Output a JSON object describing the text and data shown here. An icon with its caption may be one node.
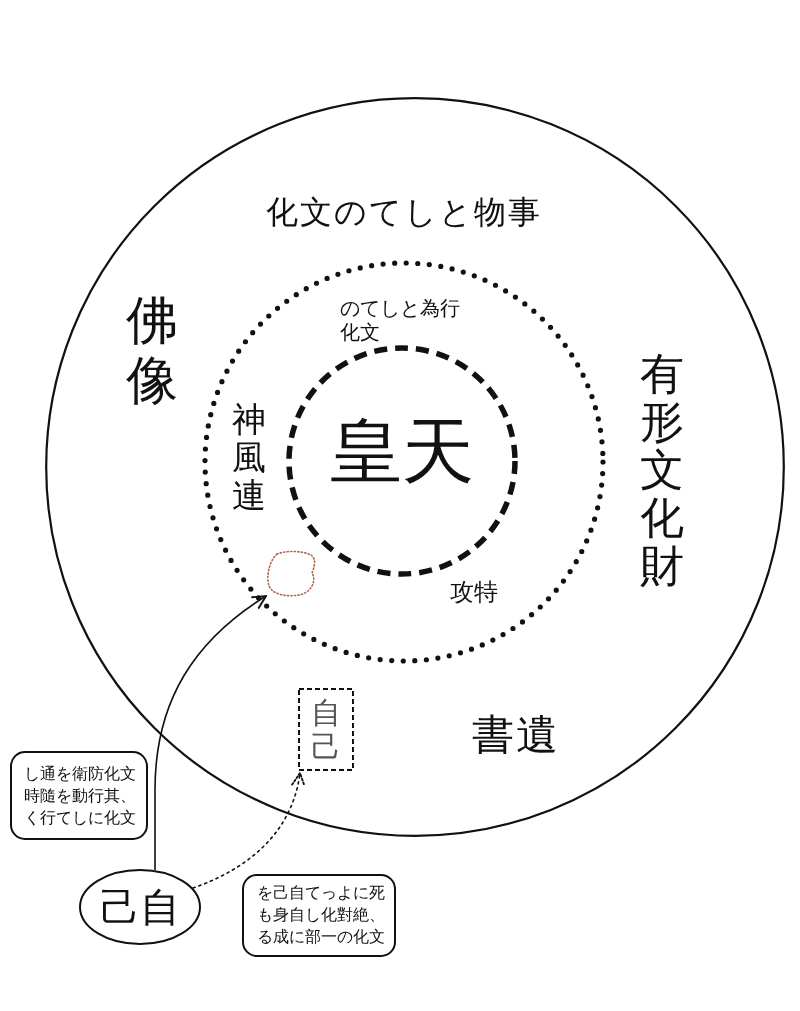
{
  "diagram": {
    "nodes": [
      {
        "text": [
          "化文のてしと物事",
          "佛像",
          "有形文化財",
          "書遺"
        ]
      },
      {
        "text": [
          "のてしと為行化文",
          "神風連",
          "攻特"
        ],
        "in": 0
      },
      {
        "text": [
          "皇天"
        ],
        "in": 1
      },
      {
        "text": [],
        "shape": "cloud",
        "in": 1
      },
      {
        "text": [
          "自己"
        ],
        "in": 0
      },
      {
        "text": [
          "し通を衛防化文時隨を動行其、く行てしに化文"
        ]
      },
      {
        "text": [
          "己自"
        ]
      },
      {
        "text": [
          "を己自てっよに死も身自し化對絶、る成に部一の化文"
        ]
      }
    ],
    "edges": [
      {
        "from": 6,
        "to": 3,
        "arrow": "to"
      },
      {
        "from": 6,
        "to": 4,
        "arrow": "to",
        "style": "dashed"
      }
    ]
  }
}
